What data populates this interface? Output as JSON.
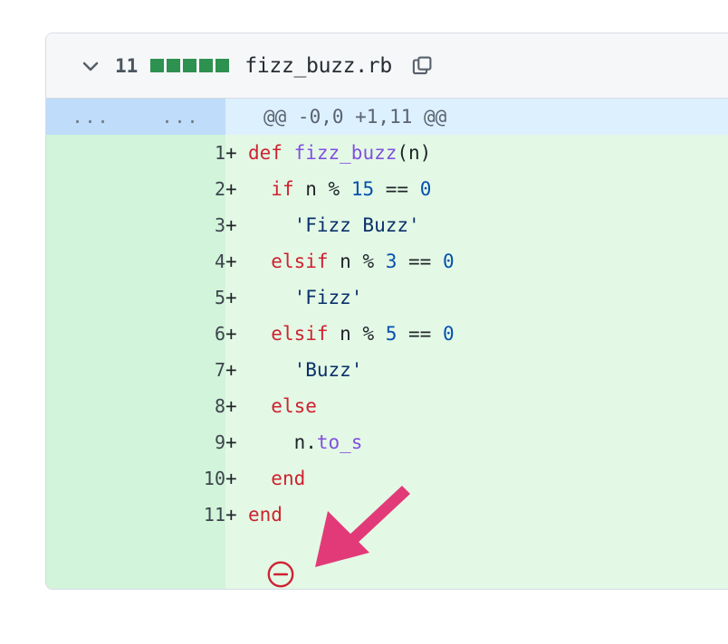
{
  "file_header": {
    "collapse_icon": "chevron-down-icon",
    "addition_count": "11",
    "diffstat_blocks": 5,
    "diffstat_color": "#2d9150",
    "file_name": "fizz_buzz.rb",
    "copy_icon": "copy-icon"
  },
  "hunk": {
    "left_gutter": "...",
    "right_gutter": "...",
    "header": "@@ -0,0 +1,11 @@"
  },
  "lines": [
    {
      "number": "1",
      "marker": "+",
      "indent": "",
      "tokens": [
        {
          "t": "def",
          "c": "kw"
        },
        {
          "t": " ",
          "c": "txt"
        },
        {
          "t": "fizz_buzz",
          "c": "fn"
        },
        {
          "t": "(n)",
          "c": "txt"
        }
      ]
    },
    {
      "number": "2",
      "marker": "+",
      "indent": "  ",
      "tokens": [
        {
          "t": "if",
          "c": "kw"
        },
        {
          "t": " n % ",
          "c": "txt"
        },
        {
          "t": "15",
          "c": "num"
        },
        {
          "t": " == ",
          "c": "txt"
        },
        {
          "t": "0",
          "c": "num"
        }
      ]
    },
    {
      "number": "3",
      "marker": "+",
      "indent": "    ",
      "tokens": [
        {
          "t": "'Fizz Buzz'",
          "c": "str"
        }
      ]
    },
    {
      "number": "4",
      "marker": "+",
      "indent": "  ",
      "tokens": [
        {
          "t": "elsif",
          "c": "kw"
        },
        {
          "t": " n % ",
          "c": "txt"
        },
        {
          "t": "3",
          "c": "num"
        },
        {
          "t": " == ",
          "c": "txt"
        },
        {
          "t": "0",
          "c": "num"
        }
      ]
    },
    {
      "number": "5",
      "marker": "+",
      "indent": "    ",
      "tokens": [
        {
          "t": "'Fizz'",
          "c": "str"
        }
      ]
    },
    {
      "number": "6",
      "marker": "+",
      "indent": "  ",
      "tokens": [
        {
          "t": "elsif",
          "c": "kw"
        },
        {
          "t": " n % ",
          "c": "txt"
        },
        {
          "t": "5",
          "c": "num"
        },
        {
          "t": " == ",
          "c": "txt"
        },
        {
          "t": "0",
          "c": "num"
        }
      ]
    },
    {
      "number": "7",
      "marker": "+",
      "indent": "    ",
      "tokens": [
        {
          "t": "'Buzz'",
          "c": "str"
        }
      ]
    },
    {
      "number": "8",
      "marker": "+",
      "indent": "  ",
      "tokens": [
        {
          "t": "else",
          "c": "kw"
        }
      ]
    },
    {
      "number": "9",
      "marker": "+",
      "indent": "    ",
      "tokens": [
        {
          "t": "n.",
          "c": "txt"
        },
        {
          "t": "to_s",
          "c": "fn"
        }
      ]
    },
    {
      "number": "10",
      "marker": "+",
      "indent": "  ",
      "tokens": [
        {
          "t": "end",
          "c": "kw"
        }
      ]
    },
    {
      "number": "11",
      "marker": "+",
      "indent": "",
      "tokens": [
        {
          "t": "end",
          "c": "kw"
        }
      ]
    }
  ],
  "collapse_control": {
    "icon": "minus-circle-icon",
    "color": "#cf2233"
  },
  "annotation": {
    "icon": "pointer-arrow-icon",
    "color": "#e23a78"
  }
}
